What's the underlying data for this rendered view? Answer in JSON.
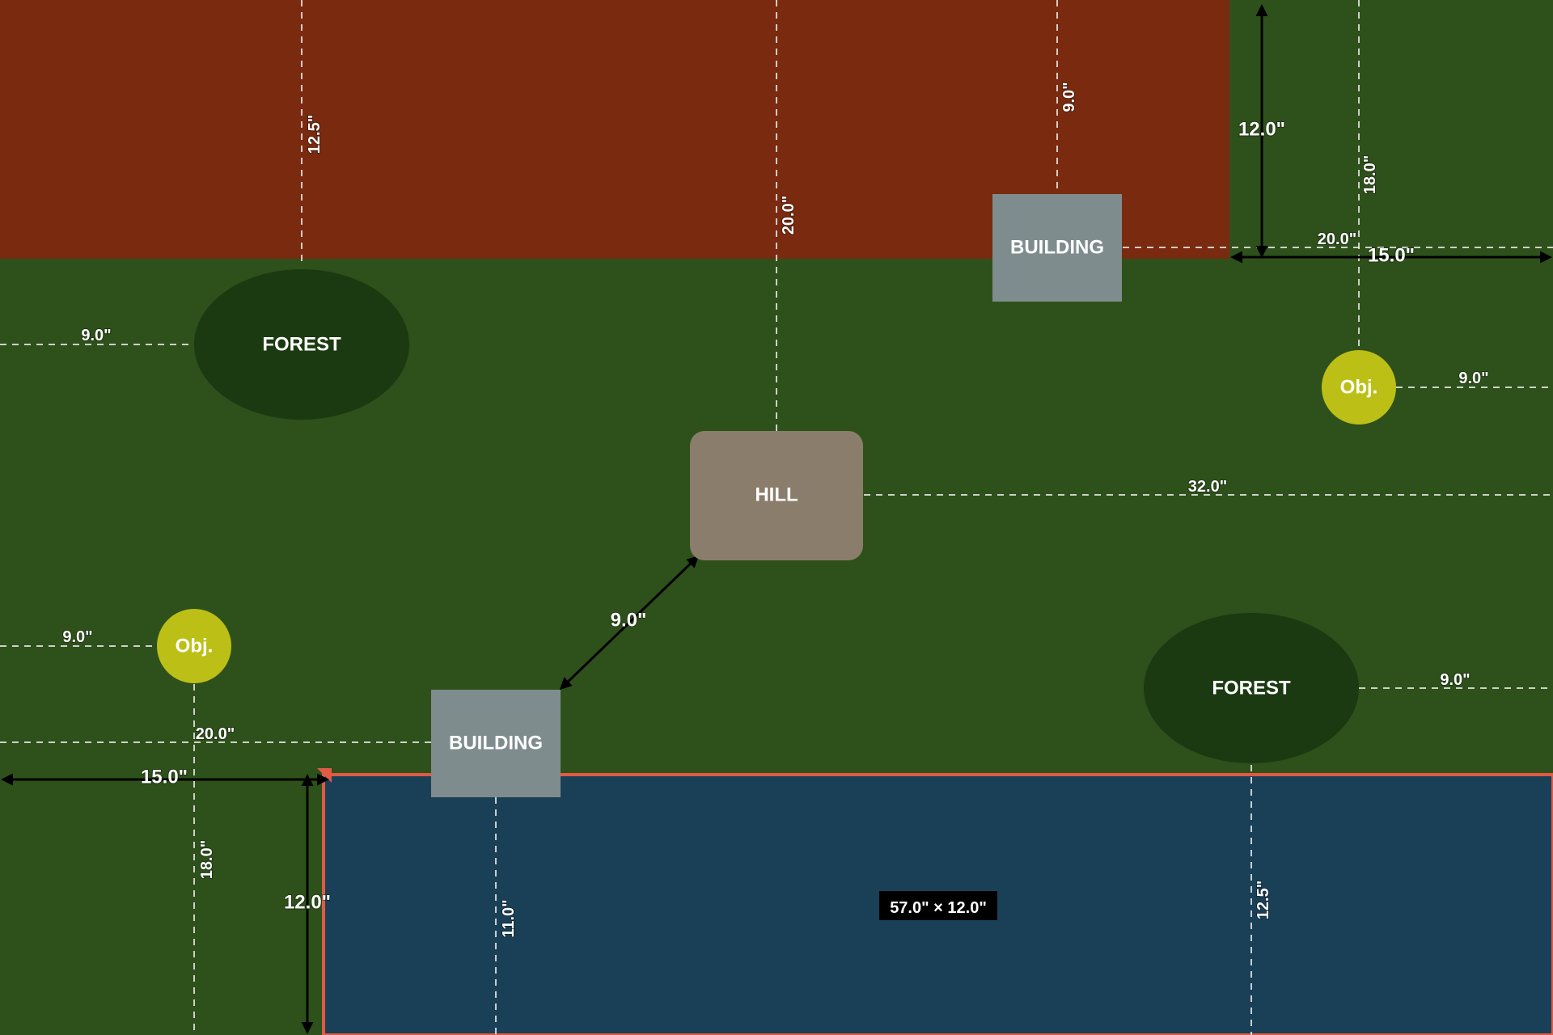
{
  "colors": {
    "field": "#2e511b",
    "opponent_deployment": "#7a2a0e",
    "player_deployment": "#1a4057",
    "deployment_border": "#e05a45",
    "forest": "#1b3a11",
    "building": "#7f8c8d",
    "hill": "#8b7d6b",
    "objective": "#bcc016",
    "label_bg": "#000000"
  },
  "features": {
    "forest_top": "FOREST",
    "forest_bottom": "FOREST",
    "building_top": "BUILDING",
    "building_bottom": "BUILDING",
    "hill": "HILL",
    "objective_right": "Obj.",
    "objective_left": "Obj."
  },
  "deployment_zone": {
    "size_label": "57.0\" × 12.0\""
  },
  "measurements": {
    "top_forest_vertical": "12.5\"",
    "top_forest_left": "9.0\"",
    "hill_vertical": "20.0\"",
    "hill_right": "32.0\"",
    "top_building_vertical": "9.0\"",
    "top_building_right": "20.0\"",
    "top_corner_height": "12.0\"",
    "top_corner_width": "15.0\"",
    "top_objective_vertical": "18.0\"",
    "top_objective_right": "9.0\"",
    "hill_to_building": "9.0\"",
    "left_objective_left": "9.0\"",
    "left_objective_vertical": "18.0\"",
    "bottom_building_left": "20.0\"",
    "bottom_corner_width": "15.0\"",
    "bottom_corner_height": "12.0\"",
    "bottom_building_vertical": "11.0\"",
    "bottom_forest_right": "9.0\"",
    "bottom_forest_vertical": "12.5\""
  }
}
